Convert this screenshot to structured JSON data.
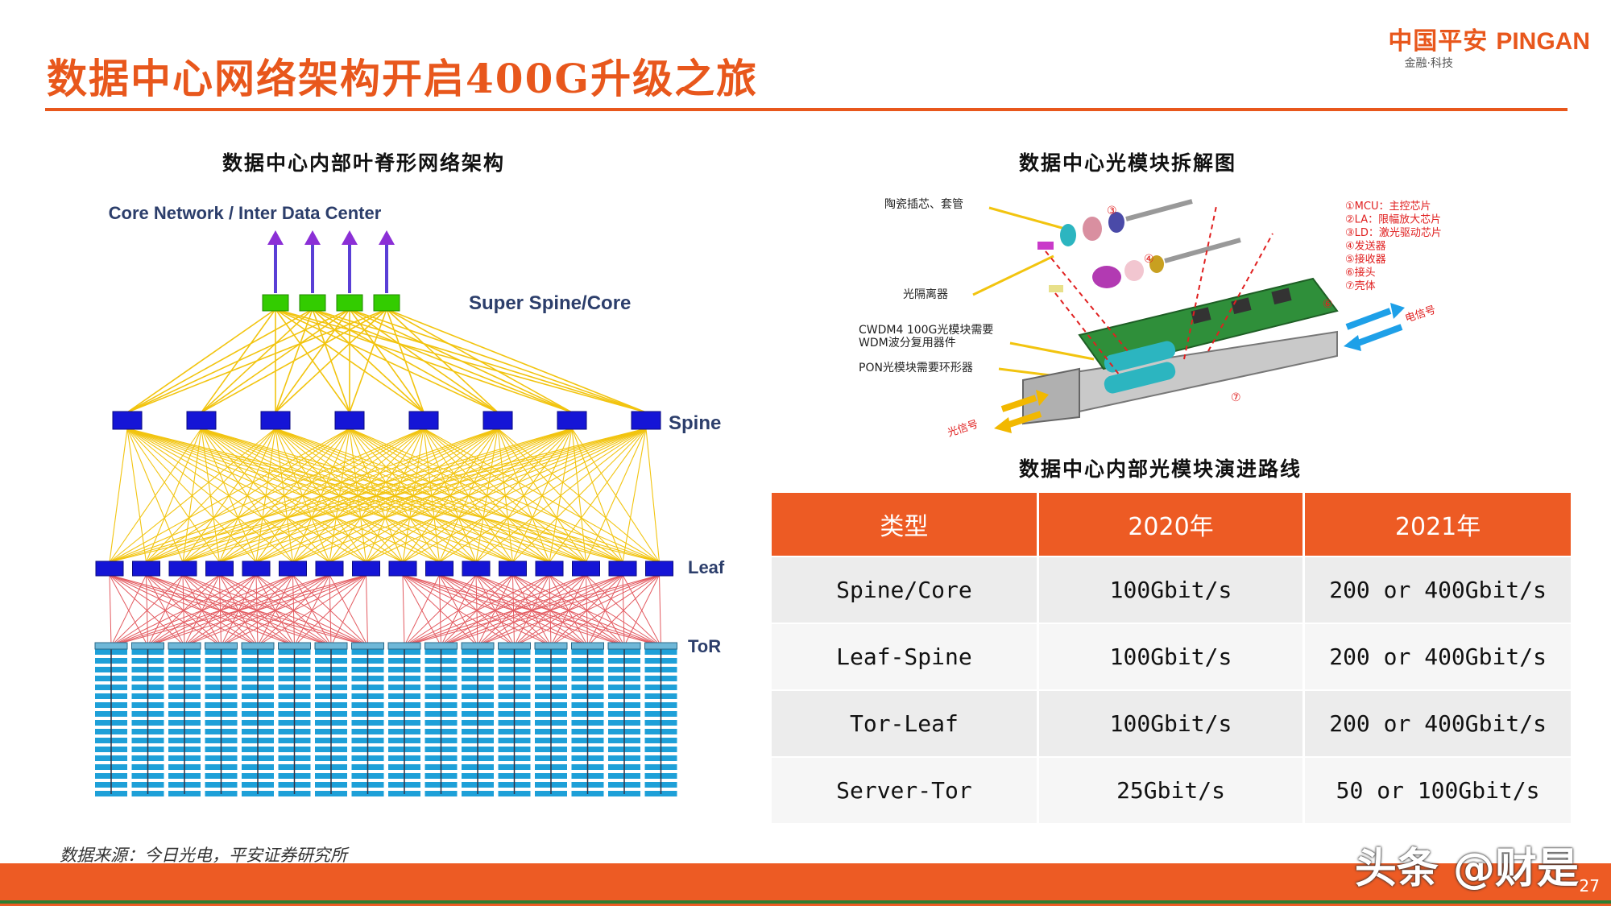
{
  "header": {
    "title": "数据中心网络架构开启400G升级之旅",
    "logo_cn": "中国平安",
    "logo_en": "PINGAN",
    "logo_sub": "金融·科技"
  },
  "left_panel": {
    "section_title": "数据中心内部叶脊形网络架构",
    "core_label": "Core Network / Inter Data Center",
    "super_spine_label": "Super Spine/Core",
    "spine_label": "Spine",
    "leaf_label": "Leaf",
    "tor_label": "ToR"
  },
  "module_panel": {
    "section_title": "数据中心光模块拆解图",
    "callouts": {
      "ferrule": "陶瓷插芯、套管",
      "isolator": "光隔离器",
      "cwdm_line1": "CWDM4 100G光模块需要",
      "cwdm_line2": "WDM波分复用器件",
      "pon": "PON光模块需要环形器",
      "electric": "电信号",
      "optical": "光信号"
    },
    "legend": [
      "①MCU：主控芯片",
      "②LA：限幅放大芯片",
      "③LD：激光驱动芯片",
      "④发送器",
      "⑤接收器",
      "⑥接头",
      "⑦壳体"
    ]
  },
  "table": {
    "section_title": "数据中心内部光模块演进路线",
    "headers": [
      "类型",
      "2020年",
      "2021年"
    ],
    "rows": [
      [
        "Spine/Core",
        "100Gbit/s",
        "200 or 400Gbit/s"
      ],
      [
        "Leaf-Spine",
        "100Gbit/s",
        "200 or 400Gbit/s"
      ],
      [
        "Tor-Leaf",
        "100Gbit/s",
        "200 or 400Gbit/s"
      ],
      [
        "Server-Tor",
        "25Gbit/s",
        "50 or 100Gbit/s"
      ]
    ]
  },
  "footer": {
    "source": "数据来源：今日光电，平安证券研究所",
    "watermark": "头条 @财是",
    "page_number": "27"
  },
  "colors": {
    "accent": "#e8571c",
    "spine_node": "#1515d6",
    "super_spine_node": "#33cc00",
    "spine_links": "#f2c40f",
    "leaf_links": "#e35a60",
    "tor_rack": "#1ea0d8"
  }
}
